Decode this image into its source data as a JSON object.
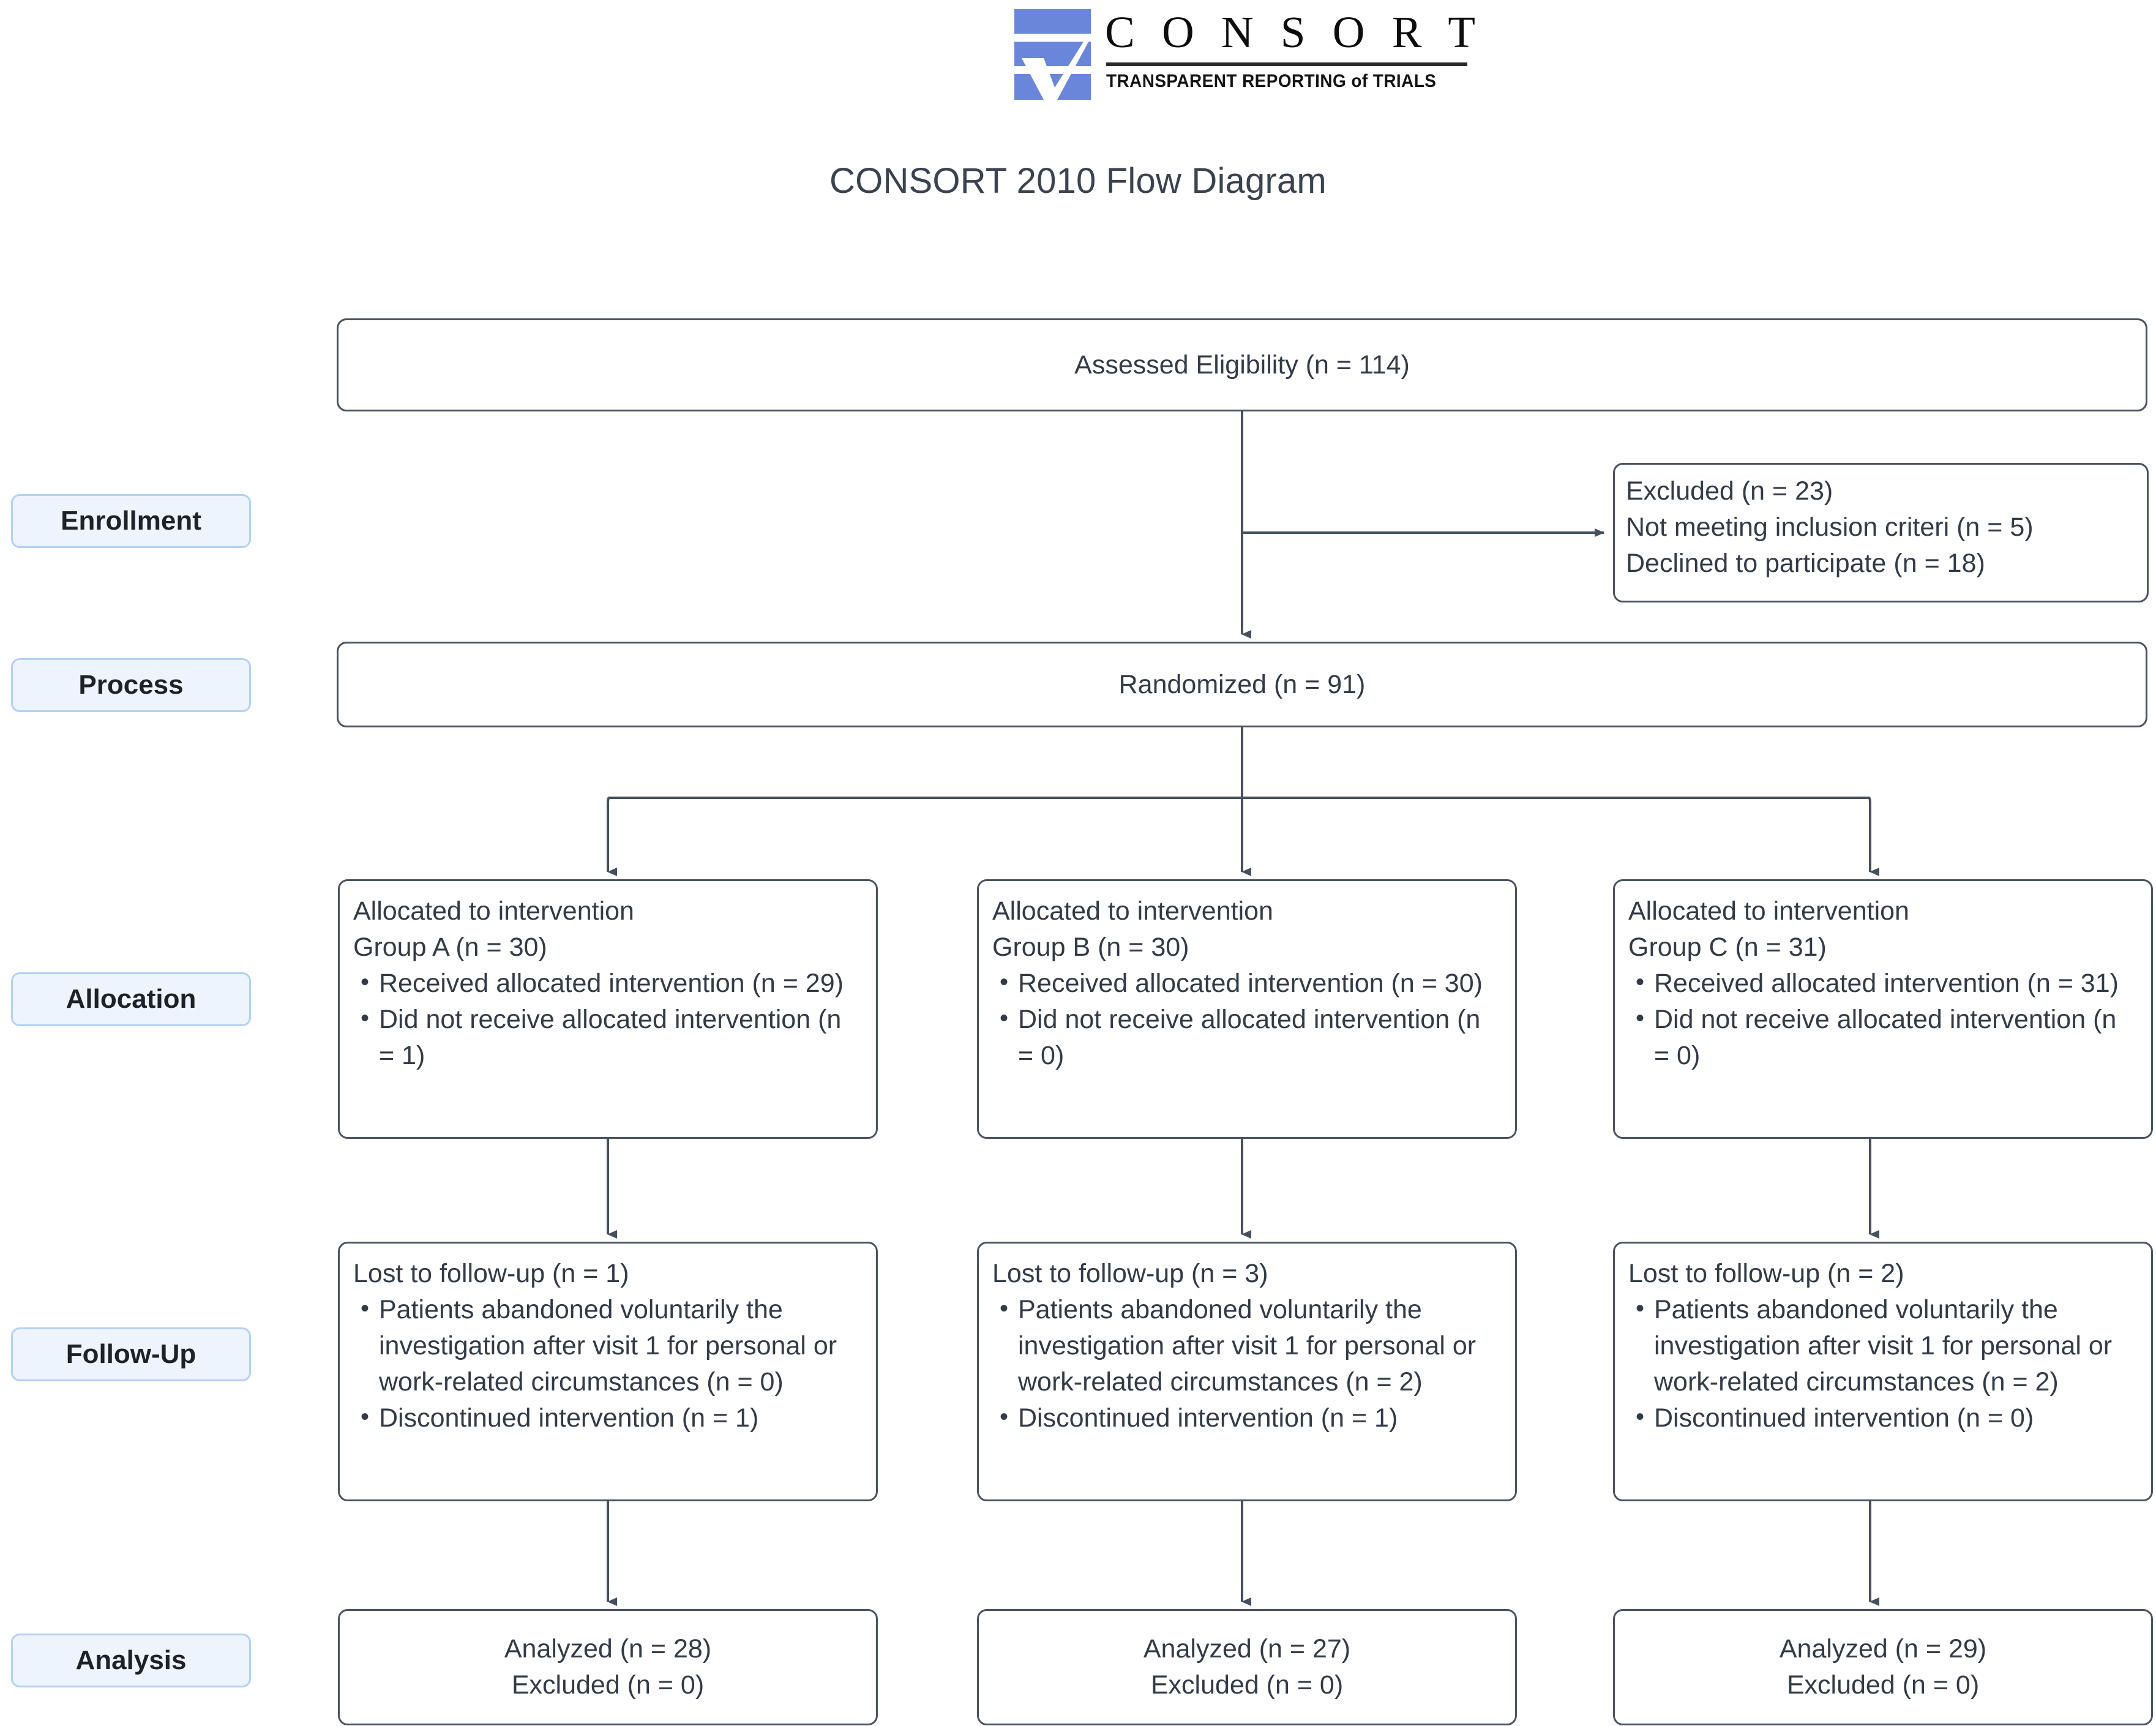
{
  "logo": {
    "wordmark": "C O N S O R T",
    "tagline": "TRANSPARENT REPORTING of TRIALS",
    "mark_color": "#6a86db"
  },
  "title": "CONSORT 2010 Flow Diagram",
  "stages": [
    {
      "key": "enrollment",
      "label": "Enrollment"
    },
    {
      "key": "process",
      "label": "Process"
    },
    {
      "key": "allocation",
      "label": "Allocation"
    },
    {
      "key": "followup",
      "label": "Follow-Up"
    },
    {
      "key": "analysis",
      "label": "Analysis"
    }
  ],
  "boxes": {
    "assessed": {
      "line1": "Assessed Eligibility (n = 114)"
    },
    "excluded": {
      "line1": "Excluded (n = 23)",
      "line2": "Not meeting inclusion criteri (n = 5)",
      "line3": "Declined to participate (n = 18)"
    },
    "randomized": {
      "line1": "Randomized (n = 91)"
    },
    "allocation": [
      {
        "header1": "Allocated to intervention",
        "header2": "Group A (n = 30)",
        "bullet1": "Received allocated intervention (n = 29)",
        "bullet2": "Did not receive allocated intervention (n = 1)"
      },
      {
        "header1": "Allocated to intervention",
        "header2": "Group B (n = 30)",
        "bullet1": "Received allocated intervention (n = 30)",
        "bullet2": "Did not receive allocated intervention (n = 0)"
      },
      {
        "header1": "Allocated to intervention",
        "header2": "Group C (n = 31)",
        "bullet1": "Received allocated intervention (n = 31)",
        "bullet2": "Did not receive allocated intervention (n = 0)"
      }
    ],
    "followup": [
      {
        "header1": "Lost to follow-up (n = 1)",
        "bullet1": "Patients abandoned voluntarily the investigation after visit 1 for personal or work-related circumstances (n = 0)",
        "bullet2": "Discontinued intervention (n = 1)"
      },
      {
        "header1": "Lost to follow-up (n = 3)",
        "bullet1": "Patients abandoned voluntarily the investigation after visit 1 for personal or work-related circumstances (n = 2)",
        "bullet2": "Discontinued intervention (n = 1)"
      },
      {
        "header1": "Lost to follow-up (n = 2)",
        "bullet1": "Patients abandoned voluntarily the investigation after visit 1 for personal or work-related circumstances (n = 2)",
        "bullet2": "Discontinued intervention (n = 0)"
      }
    ],
    "analysis": [
      {
        "line1": "Analyzed (n = 28)",
        "line2": "Excluded (n = 0)"
      },
      {
        "line1": "Analyzed (n = 27)",
        "line2": "Excluded (n = 0)"
      },
      {
        "line1": "Analyzed (n = 29)",
        "line2": "Excluded (n = 0)"
      }
    ]
  },
  "colors": {
    "box_border": "#4c5360",
    "text": "#333b47",
    "stage_bg": "#eef4fd",
    "stage_border": "#b3d1f5",
    "connector": "#47505e"
  }
}
